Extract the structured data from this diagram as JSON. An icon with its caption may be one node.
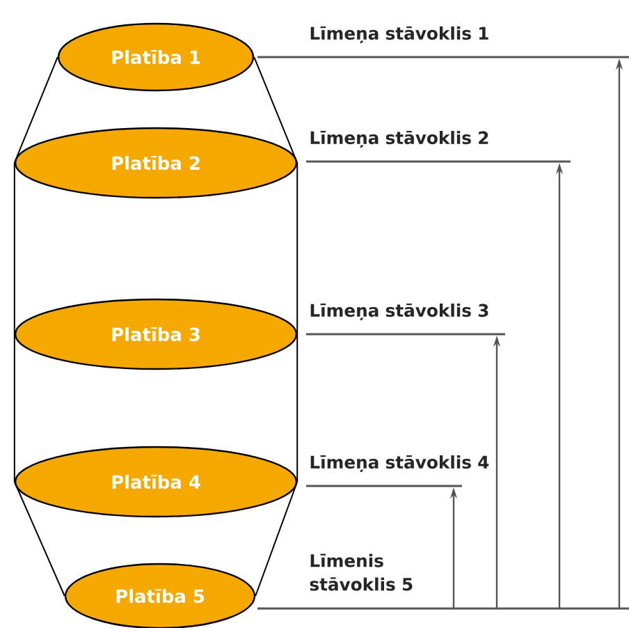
{
  "diagram": {
    "nodes": [
      {
        "text": [
          "Platība 1"
        ]
      },
      {
        "text": [
          "Platība 2"
        ]
      },
      {
        "text": [
          "Platība 3"
        ]
      },
      {
        "text": [
          "Platība 4"
        ]
      },
      {
        "text": [
          "Platība 5"
        ]
      }
    ],
    "edges": [
      {
        "from": 0,
        "to": 1,
        "arrow": "none"
      },
      {
        "from": 1,
        "to": 2,
        "arrow": "none"
      },
      {
        "from": 2,
        "to": 3,
        "arrow": "none"
      },
      {
        "from": 3,
        "to": 4,
        "arrow": "none"
      }
    ],
    "labels": [
      "Līmeņa stāvoklis 1",
      "Līmeņa stāvoklis 2",
      "Līmeņa stāvoklis 3",
      "Līmeņa stāvoklis 4",
      "Līmenis stāvoklis 5"
    ]
  }
}
